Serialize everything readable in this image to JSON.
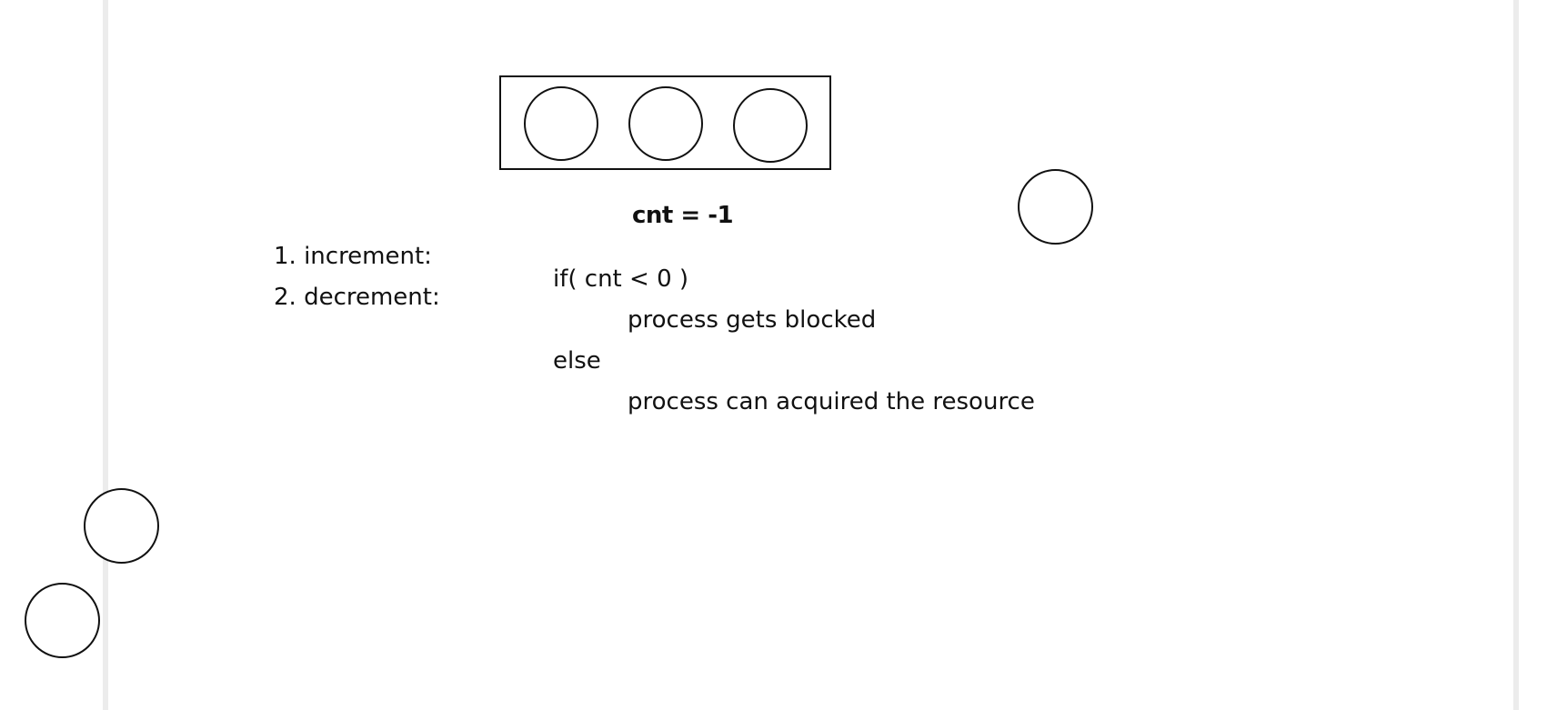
{
  "diagram": {
    "counter_label": "cnt = -1",
    "operations": [
      "1. increment:",
      "2. decrement:"
    ],
    "code_lines": [
      {
        "text": "if( cnt < 0 )",
        "indent": 0
      },
      {
        "text": "process gets blocked",
        "indent": 1
      },
      {
        "text": "else",
        "indent": 0
      },
      {
        "text": "process can acquired the resource",
        "indent": 1
      }
    ],
    "resource_slots": 3,
    "free_processes": 3
  }
}
